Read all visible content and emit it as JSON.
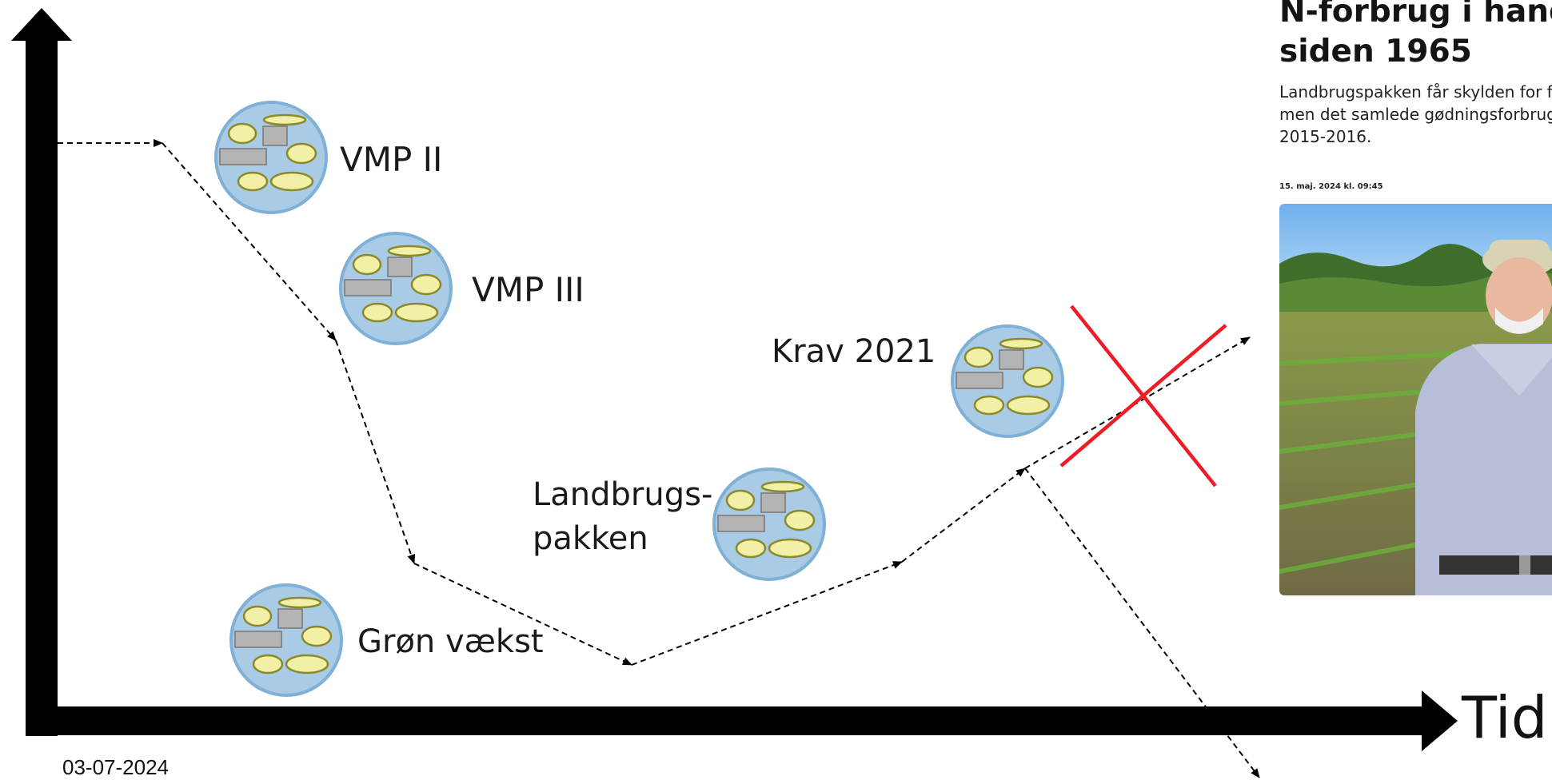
{
  "axis": {
    "x_label": "Tid"
  },
  "labels": {
    "vmp2": "VMP II",
    "vmp3": "VMP III",
    "krav2021": "Krav 2021",
    "landbrugspakken_line1": "Landbrugs-",
    "landbrugspakken_line2": "pakken",
    "gron_vaekst": "Grøn vækst"
  },
  "footer": {
    "date": "03-07-2024"
  },
  "article": {
    "title_line1": "N-forbrug i handels",
    "title_line2": "siden 1965",
    "lead": "Landbrugspakken får skylden for f\nmen det samlede gødningsforbrug\n2015-2016.",
    "timestamp": "15. maj. 2024 kl. 09:45"
  },
  "colors": {
    "axis": "#000000",
    "cross": "#ee1c25",
    "circle_fill": "#a9cbe6",
    "circle_stroke": "#7fb0d6",
    "ellipse_fill": "#f2efa6",
    "ellipse_stroke": "#8a8a2a",
    "rect_fill": "#b4b4b4"
  }
}
